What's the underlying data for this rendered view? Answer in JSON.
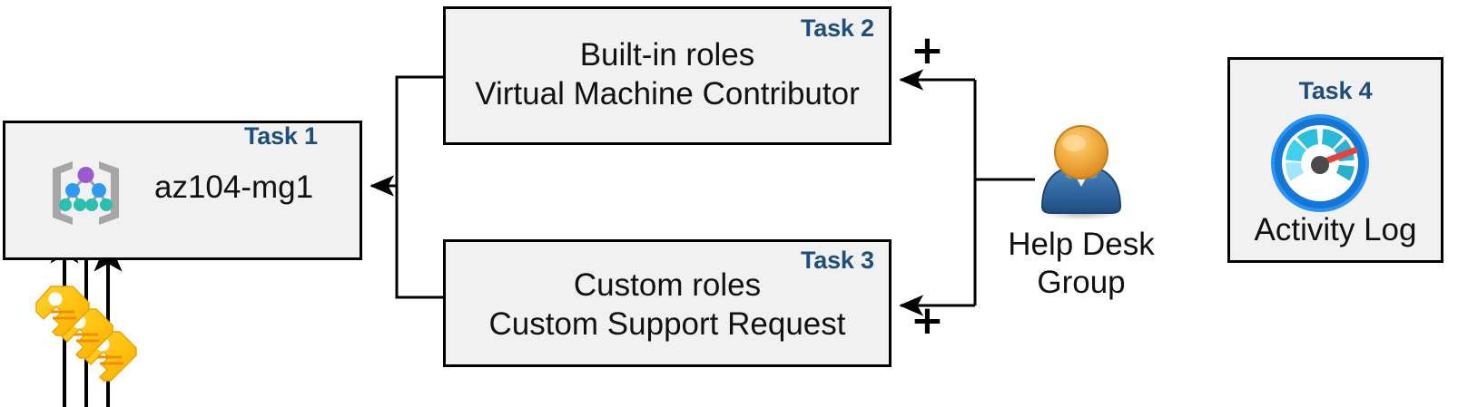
{
  "diagram": {
    "title": "Azure RBAC task diagram",
    "accent_color": "#1f4e79",
    "box_fill": "#f1f1f1",
    "box_border": "#000000"
  },
  "boxes": {
    "task1": {
      "label": "Task 1",
      "text": "az104-mg1",
      "icon": "management-group-icon"
    },
    "task2": {
      "label": "Task 2",
      "line1": "Built-in roles",
      "line2": "Virtual Machine Contributor"
    },
    "task3": {
      "label": "Task 3",
      "line1": "Custom roles",
      "line2": "Custom Support Request"
    },
    "task4": {
      "label": "Task 4",
      "text": "Activity Log",
      "icon": "activity-log-gauge-icon"
    }
  },
  "actor": {
    "icon": "user-group-icon",
    "line1": "Help Desk",
    "line2": "Group"
  },
  "keys": {
    "icon": "keys-icon",
    "count": 3
  },
  "operators": {
    "plus_task2": "+",
    "plus_task3": "+"
  },
  "connectors": [
    {
      "name": "task2-to-task1",
      "from": "task2-left",
      "to": "task1-right"
    },
    {
      "name": "task3-to-task1",
      "from": "task3-left",
      "to": "task1-right"
    },
    {
      "name": "helpdesk-to-task2",
      "from": "help-desk-group",
      "to": "task2-right"
    },
    {
      "name": "helpdesk-to-task3",
      "from": "help-desk-group",
      "to": "task3-right"
    },
    {
      "name": "keys-to-task1",
      "from": "keys",
      "to": "task1-bottom",
      "count": 3
    }
  ]
}
